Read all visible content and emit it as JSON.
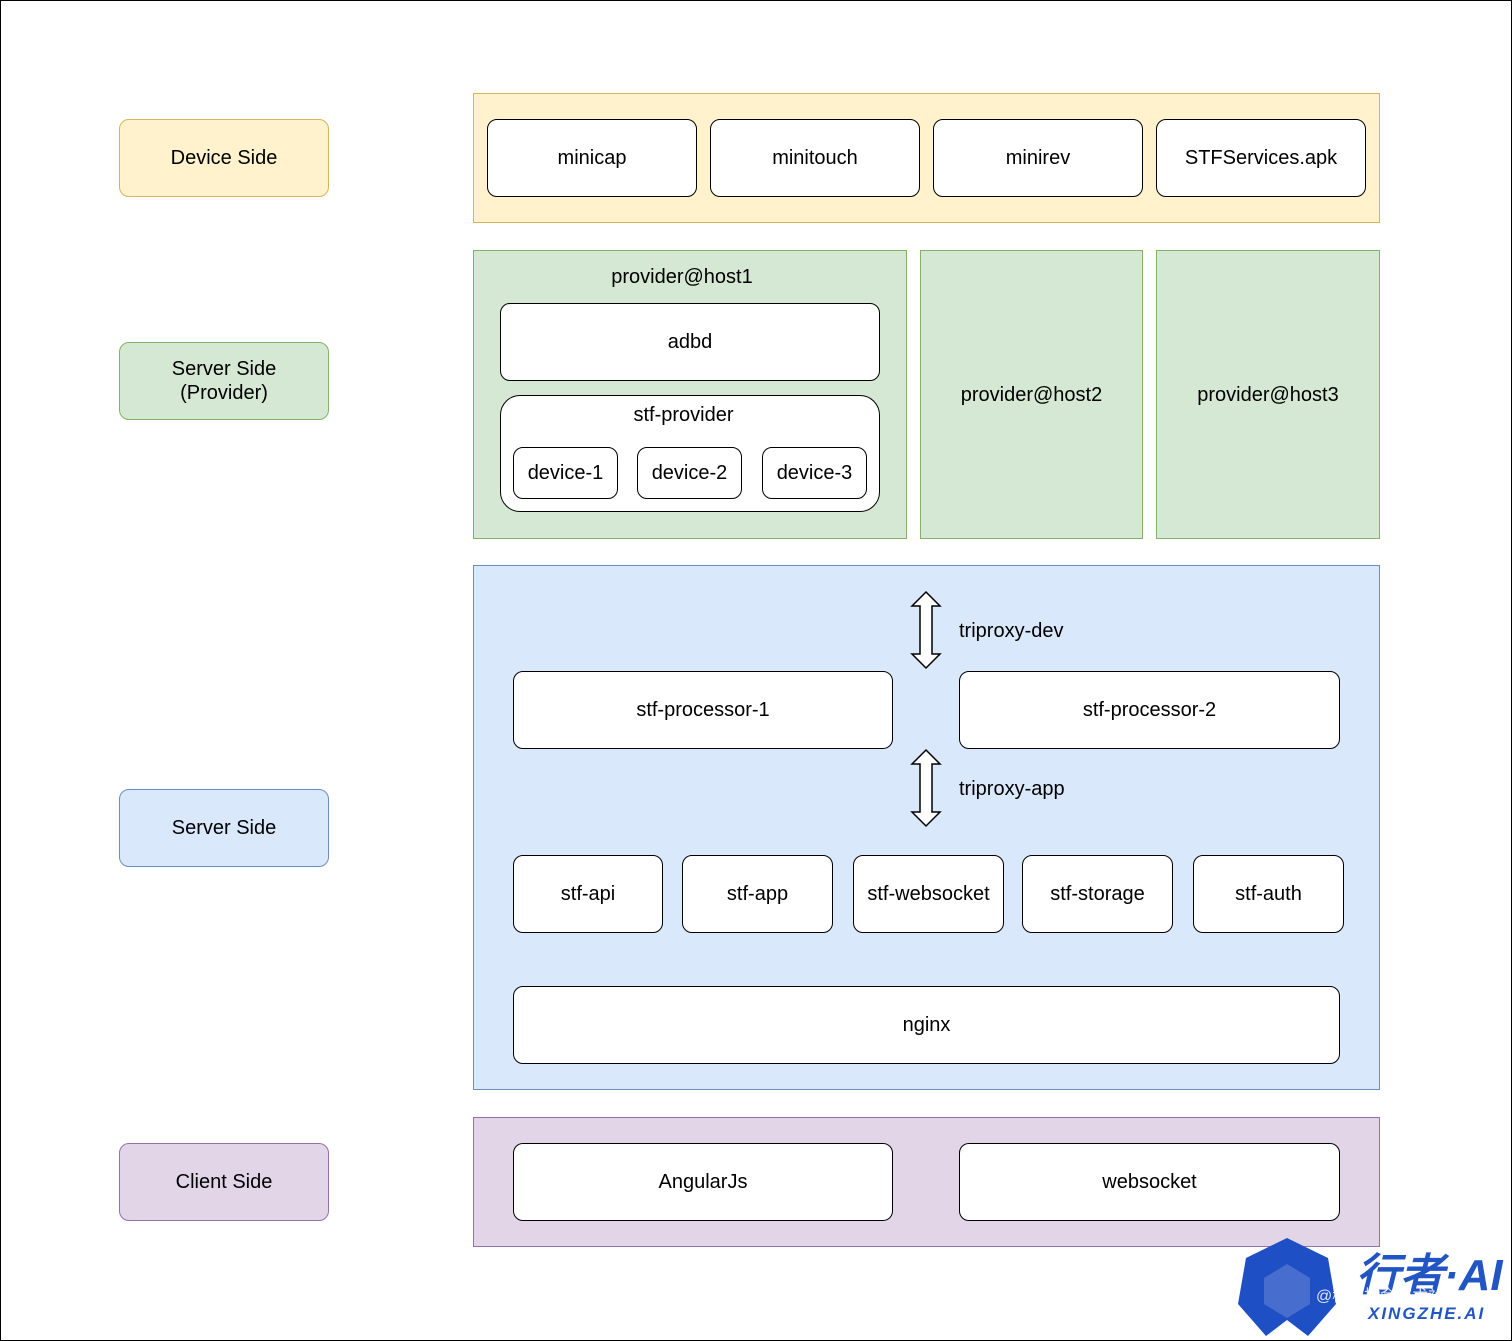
{
  "labels": {
    "device": "Device Side",
    "provider": "Server Side\n(Provider)",
    "server": "Server Side",
    "client": "Client Side"
  },
  "device_row": [
    "minicap",
    "minitouch",
    "minirev",
    "STFServices.apk"
  ],
  "provider": {
    "host1_title": "provider@host1",
    "adbd": "adbd",
    "stf_provider": "stf-provider",
    "devices": [
      "device-1",
      "device-2",
      "device-3"
    ],
    "host2": "provider@host2",
    "host3": "provider@host3"
  },
  "server": {
    "triproxy_dev": "triproxy-dev",
    "triproxy_app": "triproxy-app",
    "processors": [
      "stf-processor-1",
      "stf-processor-2"
    ],
    "services": [
      "stf-api",
      "stf-app",
      "stf-websocket",
      "stf-storage",
      "stf-auth"
    ],
    "nginx": "nginx"
  },
  "client": [
    "AngularJs",
    "websocket"
  ],
  "watermark": {
    "brand": "行者·AI",
    "domain": "XINGZHE.AI",
    "community": "@稀土掘金技术社区"
  },
  "colors": {
    "device": "#fff2cc",
    "provider": "#d5e8d4",
    "server": "#dae8fc",
    "client": "#e1d5e7",
    "brand": "#1f4fc4"
  }
}
